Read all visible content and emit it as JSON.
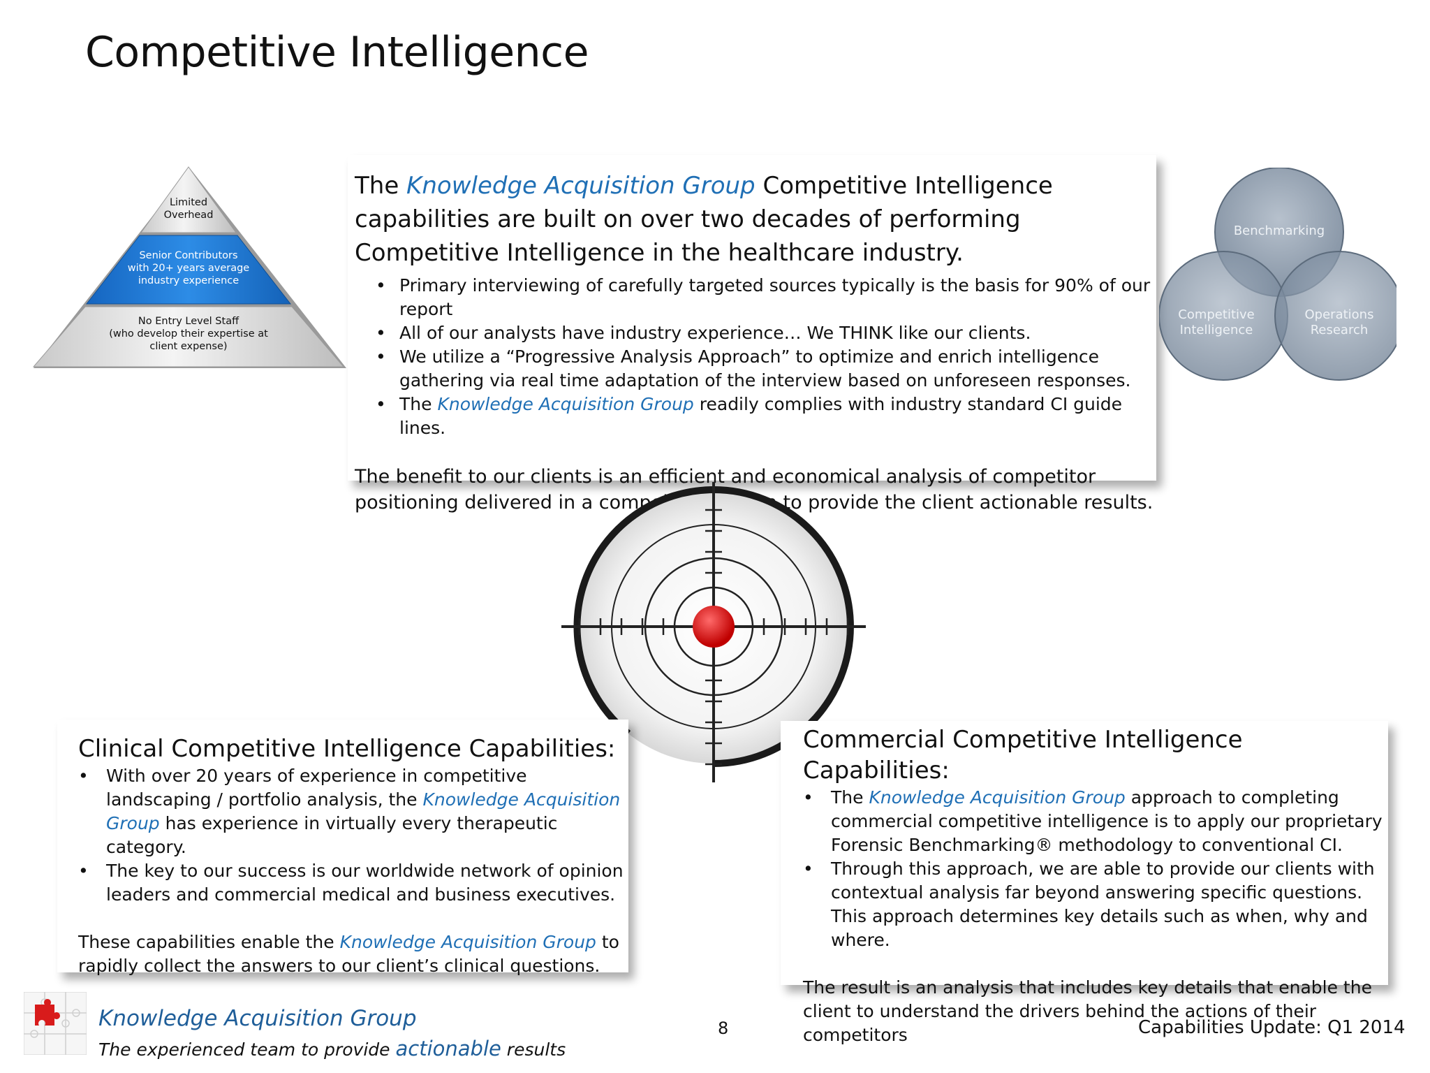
{
  "title": "Competitive Intelligence",
  "brand_name": "Knowledge Acquisition Group",
  "pyramid": {
    "top": "Limited\nOverhead",
    "middle": "Senior Contributors\nwith 20+ years average\nindustry experience",
    "bottom": "No Entry Level Staff\n(who develop their expertise at\nclient expense)"
  },
  "venn": {
    "top": "Benchmarking",
    "left": "Competitive\nIntelligence",
    "right": "Operations\nResearch"
  },
  "intro": {
    "lead_prefix": "The ",
    "lead_suffix": " Competitive Intelligence capabilities are built on over two decades of performing Competitive Intelligence in the healthcare industry.",
    "bullet1": "Primary interviewing of carefully targeted sources typically is the basis for 90% of our report",
    "bullet2": "All of our analysts have industry experience…  We THINK like our clients.",
    "bullet3": "We utilize a “Progressive Analysis Approach” to optimize and enrich intelligence gathering via real time adaptation of the interview based on unforeseen responses.",
    "bullet4_prefix": "The ",
    "bullet4_suffix": " readily complies with industry standard CI guide lines.",
    "benefit": "The benefit to our clients is an efficient and economical analysis of competitor positioning delivered in a compelling fashion to provide the client actionable results."
  },
  "clinical": {
    "heading": "Clinical Competitive Intelligence Capabilities:",
    "bullet1_prefix": "With over 20 years of experience in competitive landscaping / portfolio analysis, the ",
    "bullet1_suffix": " has experience in virtually every therapeutic category.",
    "bullet2": "The key to our success is our worldwide network of opinion leaders and commercial medical and business executives.",
    "closing_prefix": "These capabilities enable the ",
    "closing_suffix": " to rapidly collect the answers to our client’s clinical questions."
  },
  "commercial": {
    "heading": "Commercial Competitive Intelligence Capabilities:",
    "bullet1_prefix": "The ",
    "bullet1_suffix": " approach to completing commercial competitive intelligence is to apply our proprietary Forensic Benchmarking® methodology to conventional CI.",
    "bullet2": "Through this approach, we are able to provide our clients with contextual analysis far beyond answering specific questions.   This approach determines key details such as when, why and where.",
    "closing": "The result is an analysis that includes key details that enable the client to understand the drivers behind the actions of their competitors"
  },
  "footer": {
    "brand": "Knowledge Acquisition Group",
    "tagline_prefix": "The experienced team to provide ",
    "tagline_emphasis": "actionable",
    "tagline_suffix": " results",
    "page_number": "8",
    "update": "Capabilities Update:  Q1 2014"
  },
  "colors": {
    "brand_blue": "#1f6fb5",
    "footer_blue": "#1f5e99",
    "pyramid_blue": "#1f78d1",
    "target_red": "#e01010",
    "venn_gray": "#7a8a9c"
  }
}
